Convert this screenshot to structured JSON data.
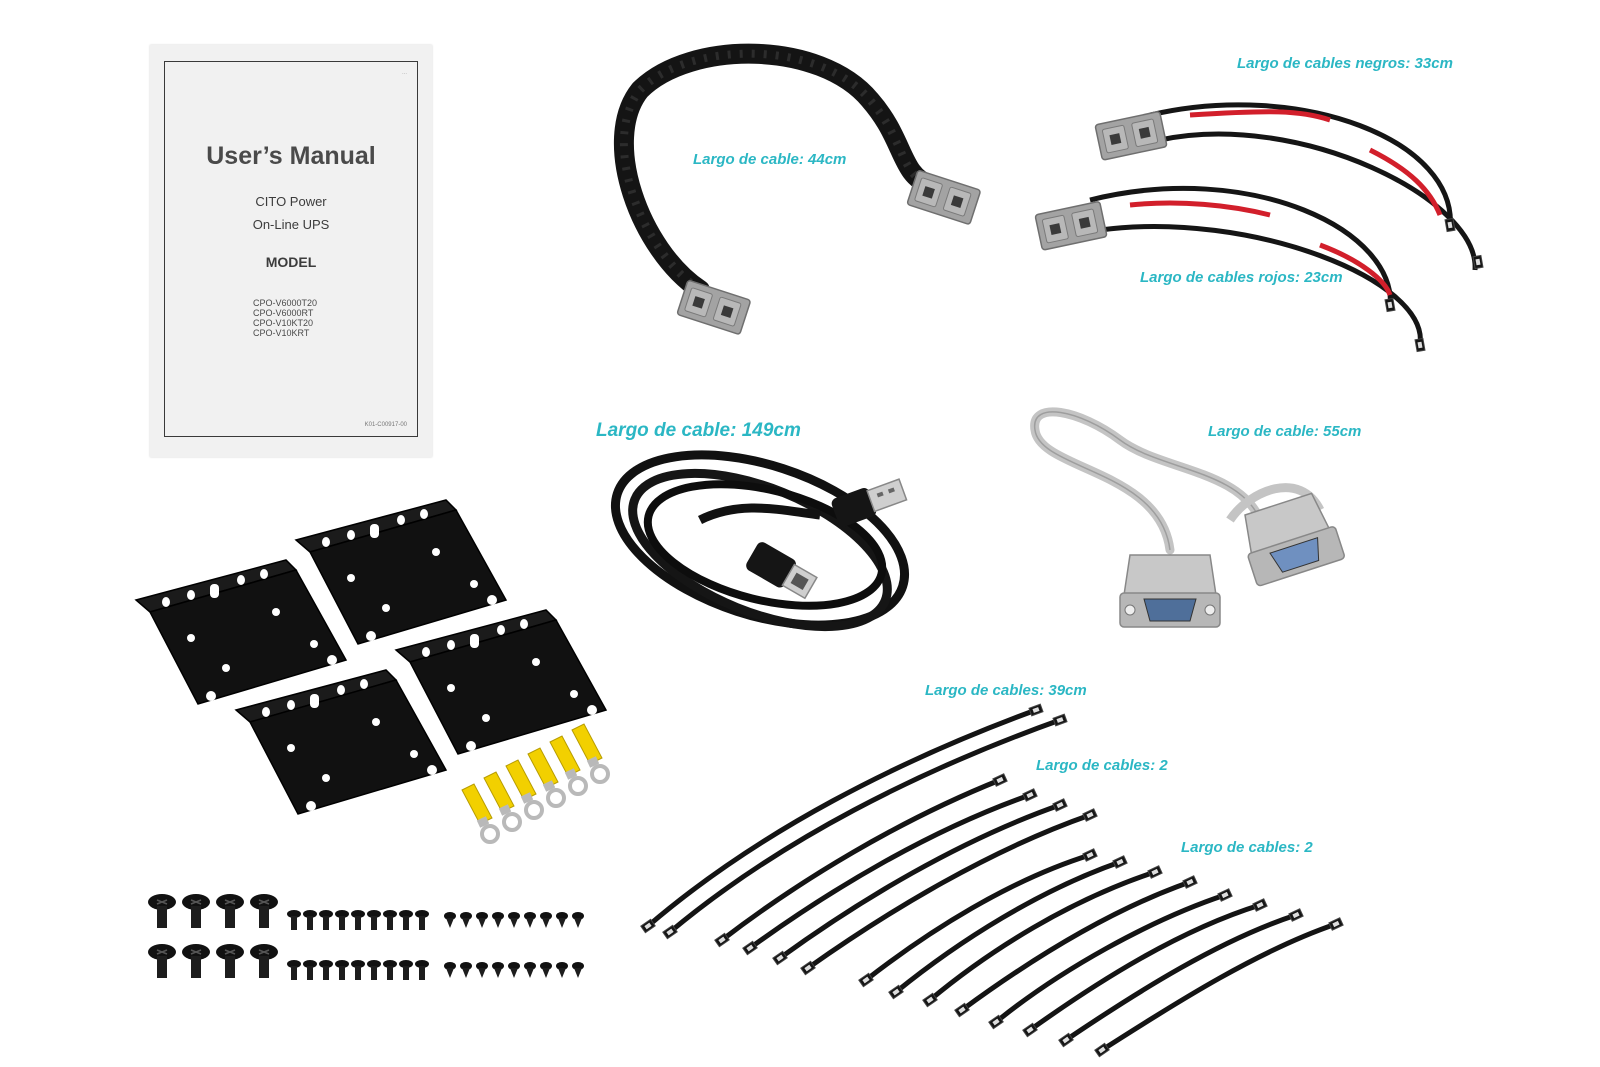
{
  "manual": {
    "title": "User’s Manual",
    "brand": "CITO Power",
    "product": "On-Line UPS",
    "model_heading": "MODEL",
    "models": [
      "CPO-V6000T20",
      "CPO-V6000RT",
      "CPO-V10KT20",
      "CPO-V10KRT"
    ],
    "code": "K01-C00917-00"
  },
  "captions": {
    "cable_44": "Largo de cable: 44cm",
    "cables_negros": "Largo de cables negros: 33cm",
    "cables_rojos": "Largo de cables rojos: 23cm",
    "usb_cable": "Largo de cable: 149cm",
    "serial_cable": "Largo de cable: 55cm",
    "cables_39": "Largo de cables: 39cm",
    "cables_2": "Largo de cables: 2",
    "cables_3": "Largo de cables: 2"
  },
  "colors": {
    "caption": "#2bb7c4",
    "connector": "#9a9a9a",
    "bracket": "#141414",
    "ring_terminal": "#f2d000",
    "serial_cable": "#c4c4c4",
    "red_wire": "#d21f2b"
  }
}
